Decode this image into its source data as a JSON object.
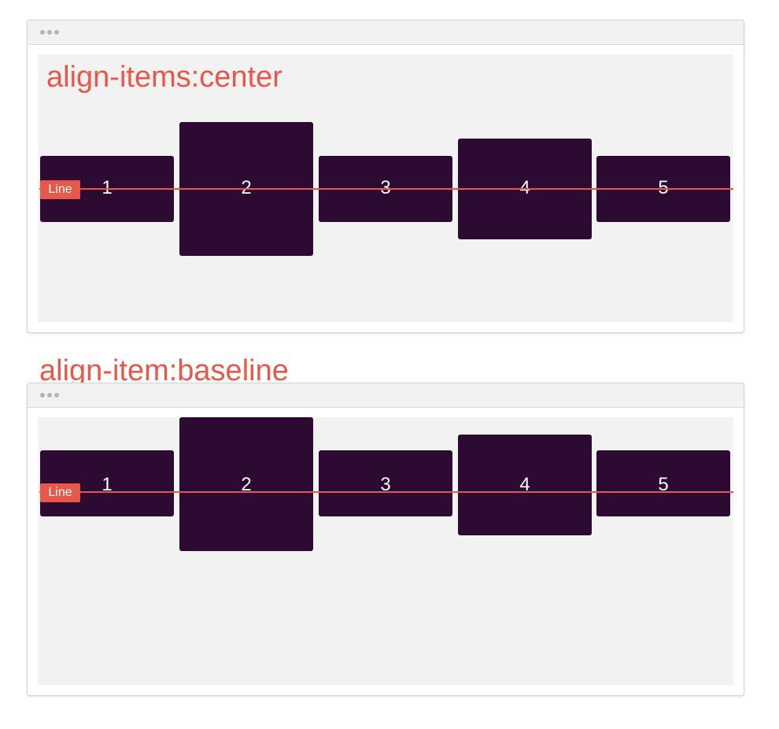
{
  "demos": [
    {
      "title": "align-items:center",
      "line_tag": "Line",
      "items": [
        "1",
        "2",
        "3",
        "4",
        "5"
      ]
    },
    {
      "title": "align-item:baseline",
      "line_tag": "Line",
      "items": [
        "1",
        "2",
        "3",
        "4",
        "5"
      ]
    }
  ],
  "colors": {
    "accent": "#e8584a",
    "item_background": "#2d0a32",
    "container_background": "#f2f2f2"
  }
}
